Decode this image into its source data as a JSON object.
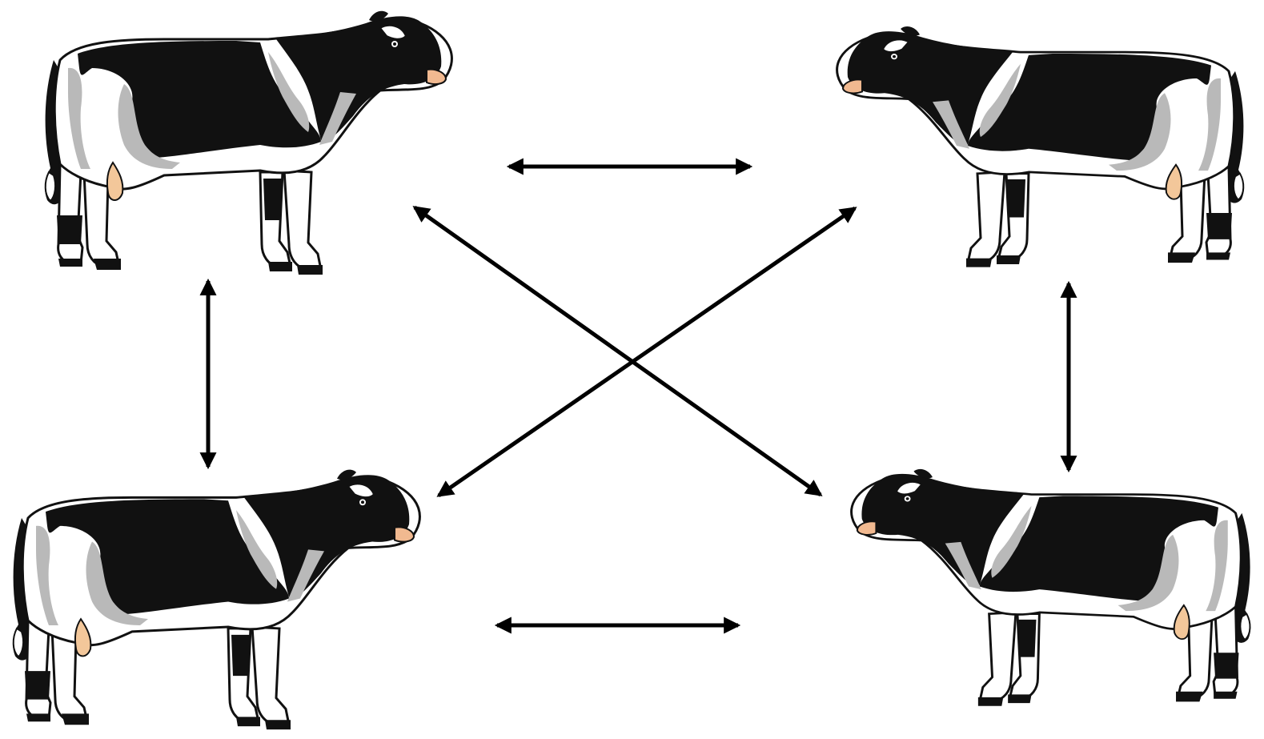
{
  "diagram": {
    "colors": {
      "background": "#ffffff",
      "arrow": "#000000",
      "coat_black": "#111111",
      "coat_white": "#ffffff",
      "coat_shade": "#b9b9b9",
      "muzzle": "#f1b990",
      "udder": "#f3c79a"
    },
    "nodes": [
      {
        "id": "top-left",
        "icon": "cow-icon",
        "facing": "right"
      },
      {
        "id": "top-right",
        "icon": "cow-icon",
        "facing": "left"
      },
      {
        "id": "bottom-left",
        "icon": "cow-icon",
        "facing": "right"
      },
      {
        "id": "bottom-right",
        "icon": "cow-icon",
        "facing": "left"
      }
    ],
    "edges": [
      {
        "id": "top-horizontal",
        "from": "top-left",
        "to": "top-right",
        "bidirectional": true
      },
      {
        "id": "bottom-horizontal",
        "from": "bottom-left",
        "to": "bottom-right",
        "bidirectional": true
      },
      {
        "id": "left-vertical",
        "from": "top-left",
        "to": "bottom-left",
        "bidirectional": true
      },
      {
        "id": "right-vertical",
        "from": "top-right",
        "to": "bottom-right",
        "bidirectional": true
      },
      {
        "id": "diagonal-tl-br",
        "from": "top-left",
        "to": "bottom-right",
        "bidirectional": true
      },
      {
        "id": "diagonal-tr-bl",
        "from": "top-right",
        "to": "bottom-left",
        "bidirectional": true
      }
    ]
  }
}
